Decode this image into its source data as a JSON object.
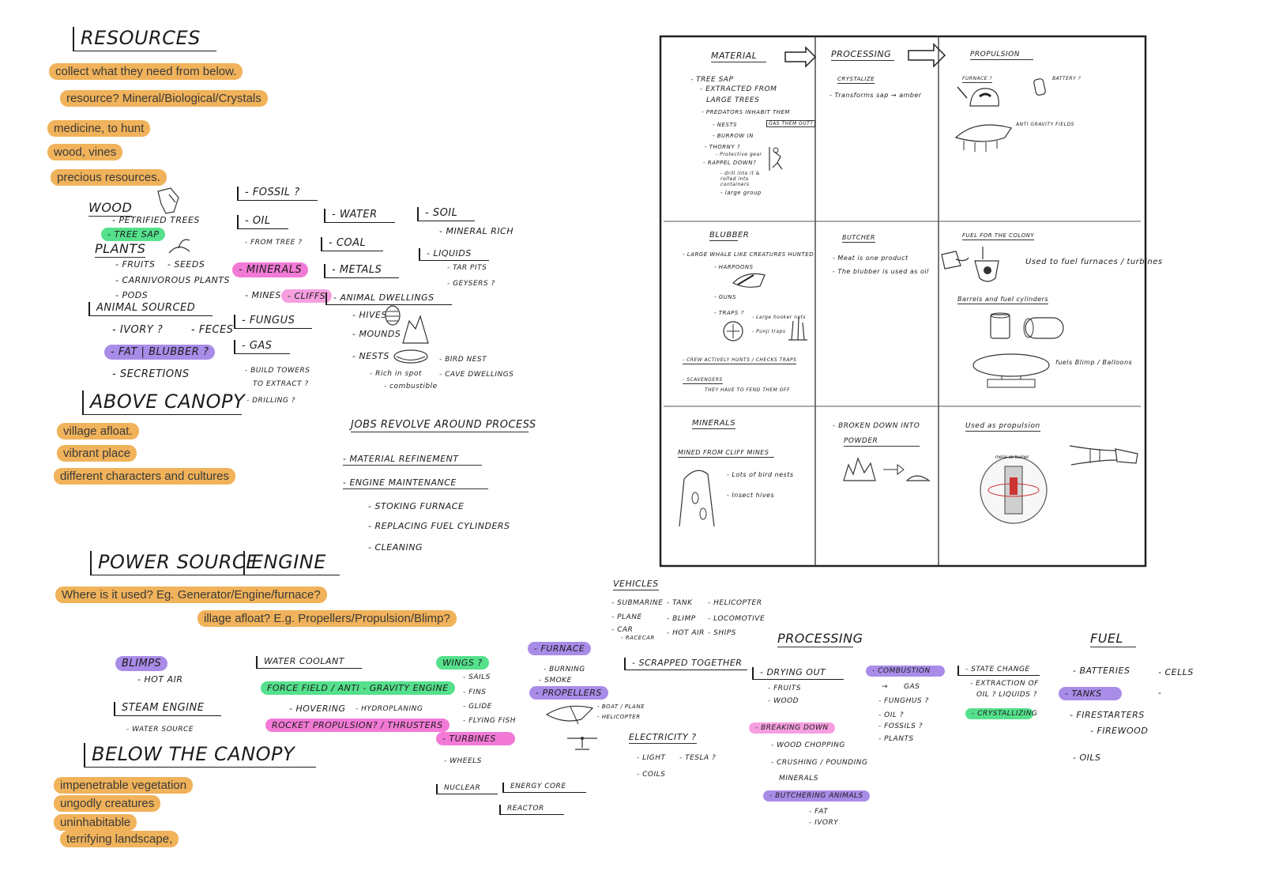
{
  "colors": {
    "orange": "#f0b25a",
    "green": "#55e08c",
    "pink": "#f27ad6",
    "purple": "#a98ce8"
  },
  "resources": {
    "title": "RESOURCES",
    "notes": [
      "collect what they need from below.",
      "resource? Mineral/Biological/Crystals",
      "medicine, to hunt",
      "wood, vines",
      "precious resources."
    ],
    "wood": "WOOD",
    "petrified": "- PETRIFIED  TREES",
    "tree_sap": "- TREE SAP",
    "plants": "PLANTS",
    "fruits": "- FRUITS",
    "seeds": "- SEEDS",
    "carnivorous": "- CARNIVOROUS  PLANTS",
    "pods": "- PODS",
    "animal": "ANIMAL SOURCED",
    "ivory": "- IVORY ?",
    "feces": "- FECES",
    "fat": "- FAT | BLUBBER ?",
    "secretions": "- SECRETIONS",
    "fossil": "- FOSSIL ?",
    "oil": "- OIL",
    "from_tree": "- FROM TREE ?",
    "minerals": "- MINERALS",
    "mines": "- MINES",
    "cliffs": "- CLIFFS",
    "fungus": "- FUNGUS",
    "gas": "- GAS",
    "build_towers": "- BUILD  TOWERS",
    "to_extract": "TO EXTRACT ?",
    "drilling": "- DRILLING ?",
    "water": "- WATER",
    "coal": "- COAL",
    "metals": "- METALS",
    "animal_dwellings": "- ANIMAL DWELLINGS",
    "hives": "- HIVES",
    "mounds": "- MOUNDS",
    "nests": "- NESTS",
    "rich": "- Rich in spot",
    "combustible": "- combustible",
    "bird_nest": "- BIRD NEST",
    "cave": "- CAVE DWELLINGS",
    "soil": "- SOIL",
    "mineral_rich": "- MINERAL RICH",
    "liquids": "- LIQUIDS",
    "tar": "- TAR PITS",
    "geysers": "- GEYSERS ?"
  },
  "above": {
    "title": "ABOVE  CANOPY",
    "notes": [
      "village afloat.",
      "vibrant place",
      "different characters and cultures"
    ]
  },
  "jobs": {
    "title": "JOBS  REVOLVE  AROUND  PROCESS",
    "refinement": "- MATERIAL  REFINEMENT",
    "maintenance": "- ENGINE  MAINTENANCE",
    "stoking": "- STOKING  FURNACE",
    "replacing": "- REPLACING  FUEL  CYLINDERS",
    "cleaning": "- CLEANING"
  },
  "power": {
    "title": "POWER  SOURCE",
    "title2": "ENGINE",
    "notes": [
      "Where is it used? Eg. Generator/Engine/furnace?",
      "illage afloat? E.g. Propellers/Propulsion/Blimp?"
    ],
    "blimps": "BLIMPS",
    "hot_air": "- HOT AIR",
    "steam": "STEAM ENGINE",
    "water_source": "- WATER SOURCE",
    "coolant": "WATER COOLANT",
    "force_field": "FORCE  FIELD / ANTI - GRAVITY ENGINE",
    "hovering": "- HOVERING",
    "hydroplaning": "- HYDROPLANING",
    "rocket": "ROCKET  PROPULSION? / THRUSTERS",
    "wings": "WINGS  ?",
    "sails": "- SAILS",
    "fins": "- FINS",
    "glide": "- GLIDE",
    "flying_fish": "- FLYING  FISH",
    "turbines": "- TURBINES",
    "wheels": "- WHEELS",
    "nuclear": "NUCLEAR",
    "energy_core": "ENERGY  CORE",
    "reactor": "REACTOR",
    "furnace": "- FURNACE",
    "burning": "- BURNING",
    "smoke": "- SMOKE",
    "propellers": "- PROPELLERS",
    "boat_plane": "- BOAT / PLANE",
    "helicopter_small": "- HELICOPTER",
    "scrapped": "- SCRAPPED  TOGETHER",
    "electricity": "ELECTRICITY ?",
    "light": "- LIGHT",
    "coils": "- COILS",
    "tesla": "- TESLA ?"
  },
  "vehicles": {
    "title": "VEHICLES",
    "col1": [
      "- SUBMARINE",
      "- PLANE",
      "- CAR",
      "- RACECAR"
    ],
    "col2": [
      "- TANK",
      "- BLIMP",
      "- HOT AIR"
    ],
    "col3": [
      "- HELICOPTER",
      "- LOCOMOTIVE",
      "- SHIPS"
    ]
  },
  "below": {
    "title": "BELOW  THE  CANOPY",
    "notes": [
      "impenetrable vegetation",
      "ungodly creatures",
      "uninhabitable",
      "terrifying landscape,"
    ]
  },
  "processing": {
    "title": "PROCESSING",
    "drying": "- DRYING  OUT",
    "fruits": "- FRUITS",
    "wood": "- WOOD",
    "breaking": "- BREAKING  DOWN",
    "chopping": "- WOOD  CHOPPING",
    "crushing": "- CRUSHING / POUNDING",
    "minerals": "MINERALS",
    "butchering": "- BUTCHERING  ANIMALS",
    "fat": "- FAT",
    "ivory": "- IVORY",
    "combustion": "- COMBUSTION",
    "gas": "GAS",
    "fungus": "- FUNGHUS ?",
    "oil": "- OIL ?",
    "fossils": "- FOSSILS ?",
    "plants": "- PLANTS",
    "state": "- STATE  CHANGE",
    "extraction": "- EXTRACTION  OF",
    "oil_liquids": "OIL ?  LIQUIDS ?",
    "crystallizing": "- CRYSTALLIZING"
  },
  "fuel": {
    "title": "FUEL",
    "batteries": "- BATTERIES",
    "cells": "- CELLS",
    "tanks": "- TANKS",
    "dash": "-",
    "firestarters": "- FIRESTARTERS",
    "firewood": "- FIREWOOD",
    "oils": "- OILS"
  },
  "grid": {
    "h_material": "MATERIAL",
    "h_processing": "PROCESSING",
    "h_propulsion": "PROPULSION",
    "r1c1": [
      "- TREE SAP",
      "- EXTRACTED  FROM",
      "LARGE  TREES",
      "- PREDATORS  INHABIT  THEM",
      "- NESTS",
      "- BURROW  IN",
      "- THORNY ?",
      "- Protective gear",
      "- RAPPEL  DOWN?",
      "- drill into it & rolled into containers",
      "- large group"
    ],
    "r1c1_gas": "GAS THEM OUT?",
    "r1c2": [
      "CRYSTALIZE",
      "- Transforms  sap  →  amber"
    ],
    "r1c3": [
      "FURNACE ?",
      "BATTERY ?",
      "ANTI GRAVITY FIELDS"
    ],
    "r2c1_title": "BLUBBER",
    "r2c1": [
      "- LARGE WHALE LIKE CREATURES HUNTED",
      "- HARPOONS",
      "- GUNS",
      "- TRAPS ?",
      "- Large hooker nets",
      "- Punji traps",
      "- CREW ACTIVELY HUNTS / CHECKS TRAPS",
      "- SCAVENGERS",
      "THEY HAVE TO FEND THEM OFF"
    ],
    "r2c2_title": "BUTCHER",
    "r2c2": [
      "- Meat  is  one  product",
      "- The  blubber  is  used  as  oil"
    ],
    "r2c3_title": "FUEL  FOR  THE  COLONY",
    "r2c3": [
      "Used  to  fuel  furnaces / turbines",
      "Barrels  and  fuel  cylinders",
      "fuels  Blimp / Balloons"
    ],
    "r3c1_title": "MINERALS",
    "r3c1": [
      "MINED  FROM  CLIFF MINES",
      "- Lots  of  bird  nests",
      "- Insect  hives"
    ],
    "r3c2": [
      "- BROKEN  DOWN  INTO",
      "POWDER"
    ],
    "r3c3": [
      "Used  as  propulsion",
      "metal-air burner"
    ]
  }
}
